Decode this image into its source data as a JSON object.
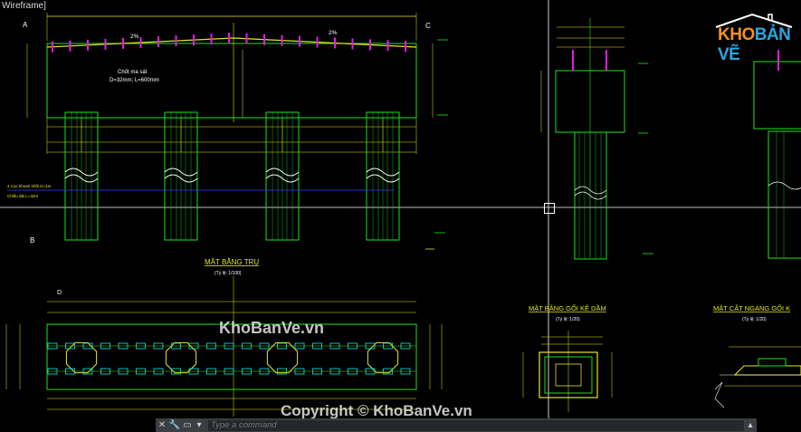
{
  "viewport": {
    "label": "Wireframe]"
  },
  "sections": {
    "plan_pier": {
      "title": "MẶT BẰNG TRỤ",
      "scale": "(Tỷ lệ: 1/100)"
    },
    "plan_bearing": {
      "title": "MẶT BẰNG GỐI KÊ DẦM",
      "scale": "(Tỷ lệ: 1/20)"
    },
    "cross_section": {
      "title": "MẶT CẮT NGANG GỐI K",
      "scale": "(Tỷ lệ: 1/20)"
    }
  },
  "annotations": {
    "dowel_name": "Chốt ma sát",
    "dowel_spec": "D=32mm; L=600mm",
    "pile_note1": "4 Cọc khoan nhồi D=1m",
    "pile_note2": "Chiều dài L=32m",
    "pct_left": "2%",
    "pct_right": "2%",
    "marker_a": "A",
    "marker_b": "B",
    "marker_c": "C",
    "marker_d": "D"
  },
  "command_line": {
    "placeholder": "Type a command"
  },
  "watermark": {
    "main": "KhoBanVe.vn",
    "copyright": "Copyright © KhoBanVe.vn"
  },
  "logo": {
    "part1": "KHO",
    "part2": "BẢN VẼ"
  },
  "colors": {
    "bg": "#000000",
    "green": "#19e619",
    "yellow": "#e6e619",
    "cyan": "#19e6e6",
    "white": "#ffffff",
    "magenta": "#e619e6",
    "blue": "#3b3bff"
  }
}
